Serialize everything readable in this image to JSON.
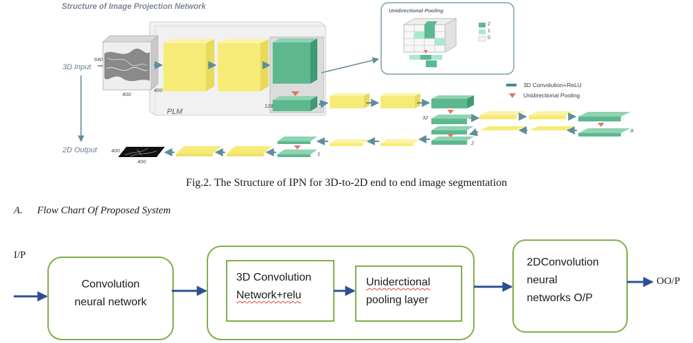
{
  "figure": {
    "title": "Structure of Image Projection Network",
    "input_label": "3D Input",
    "output_label": "2D Output",
    "plm_label": "PLM",
    "dims": {
      "cube_depth": "640",
      "cube_width": "400",
      "cube_height": "400",
      "plm_depth": "128",
      "mid_depth": "32",
      "out_w": "400",
      "out_h": "400",
      "d8": "8",
      "d2": "2",
      "d1": "1"
    },
    "inset": {
      "title": "Unidirectional Pooling",
      "legend": [
        "2",
        "1",
        "0"
      ],
      "legend_colors": [
        "#5cb993",
        "#a9e8cf",
        "#f4f4f4"
      ]
    },
    "legend": {
      "conv": "3D Convolution+ReLU",
      "pool": "Unidirectional Pooling",
      "conv_color": "#3d8f8a",
      "pool_color": "#e8736c"
    },
    "colors": {
      "yellow": "#f7eb77",
      "green": "#5db88f"
    }
  },
  "caption": "Fig.2. The Structure of IPN for 3D-to-2D end to end image segmentation",
  "section": {
    "number": "A.",
    "title": "Flow Chart Of Proposed System"
  },
  "flow": {
    "input": "I/P",
    "output": "OO/P",
    "box1": [
      "Convolution",
      "neural network"
    ],
    "box2a": [
      "3D Convolution",
      "Network+relu"
    ],
    "box2b": [
      "Uniderctional",
      "pooling layer"
    ],
    "box3": [
      "2DConvolution",
      "neural",
      "networks O/P"
    ]
  }
}
